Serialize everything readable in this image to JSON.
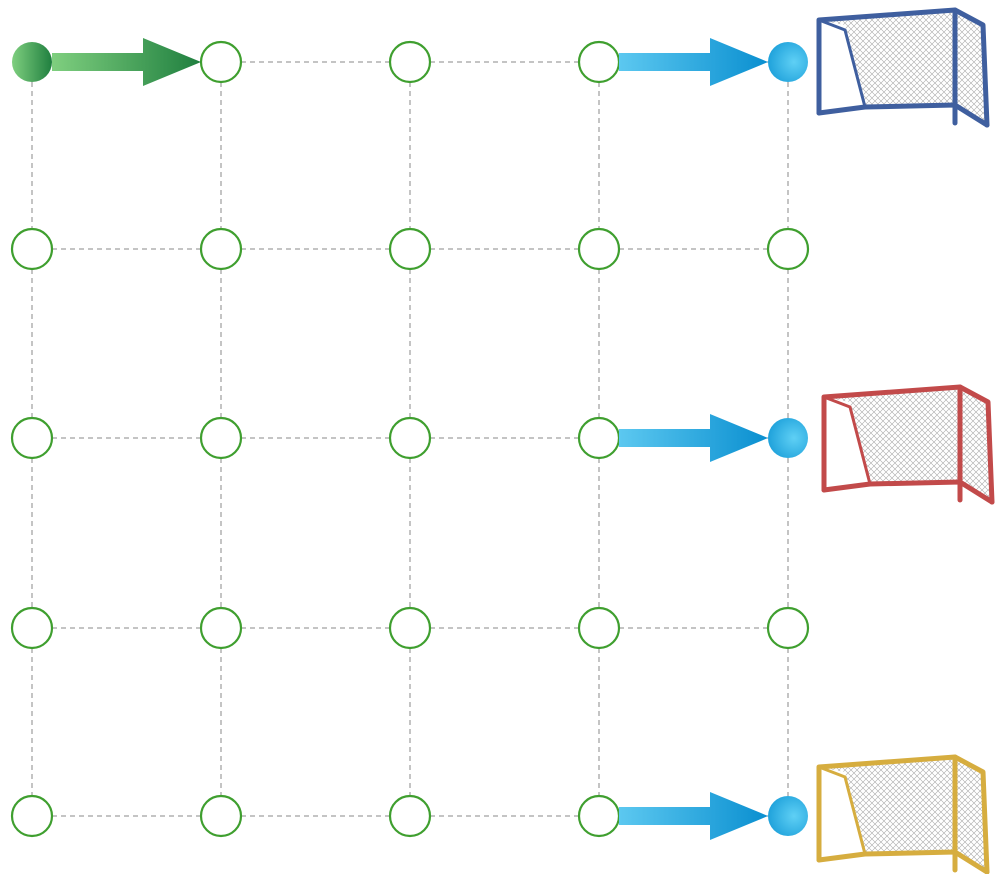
{
  "diagram": {
    "grid": {
      "columns": 5,
      "rows": 5,
      "node_outline_color": "#3f9f2f",
      "node_fill_color": "#ffffff",
      "connector_color": "#8a8a8a",
      "connector_style": "dashed"
    },
    "start": {
      "row": 0,
      "col": 0,
      "color_dark": "#1f7f3f",
      "color_light": "#7fcf7f",
      "icon": "start-dot-icon"
    },
    "targets": [
      {
        "row": 0,
        "col": 4,
        "color": "#1a9ed9"
      },
      {
        "row": 2,
        "col": 4,
        "color": "#1a9ed9"
      },
      {
        "row": 4,
        "col": 4,
        "color": "#1a9ed9"
      }
    ],
    "arrows": [
      {
        "from_row": 0,
        "from_col": 0,
        "to_col": 1,
        "color_dark": "#1f7f3f",
        "color_light": "#7fcf7f",
        "icon": "green-arrow-icon"
      },
      {
        "from_row": 0,
        "from_col": 3,
        "to_col": 4,
        "color_dark": "#0a8fd0",
        "color_light": "#5cc8f0",
        "icon": "blue-arrow-icon"
      },
      {
        "from_row": 2,
        "from_col": 3,
        "to_col": 4,
        "color_dark": "#0a8fd0",
        "color_light": "#5cc8f0",
        "icon": "blue-arrow-icon"
      },
      {
        "from_row": 4,
        "from_col": 3,
        "to_col": 4,
        "color_dark": "#0a8fd0",
        "color_light": "#5cc8f0",
        "icon": "blue-arrow-icon"
      }
    ],
    "goals": [
      {
        "row": 0,
        "frame_color": "#3f5f9f",
        "net_color": "#9a9a9a",
        "icon": "blue-goal-icon"
      },
      {
        "row": 2,
        "frame_color": "#c24a4a",
        "net_color": "#9a9a9a",
        "icon": "red-goal-icon"
      },
      {
        "row": 4,
        "frame_color": "#d6ad3f",
        "net_color": "#9a9a9a",
        "icon": "yellow-goal-icon"
      }
    ]
  }
}
